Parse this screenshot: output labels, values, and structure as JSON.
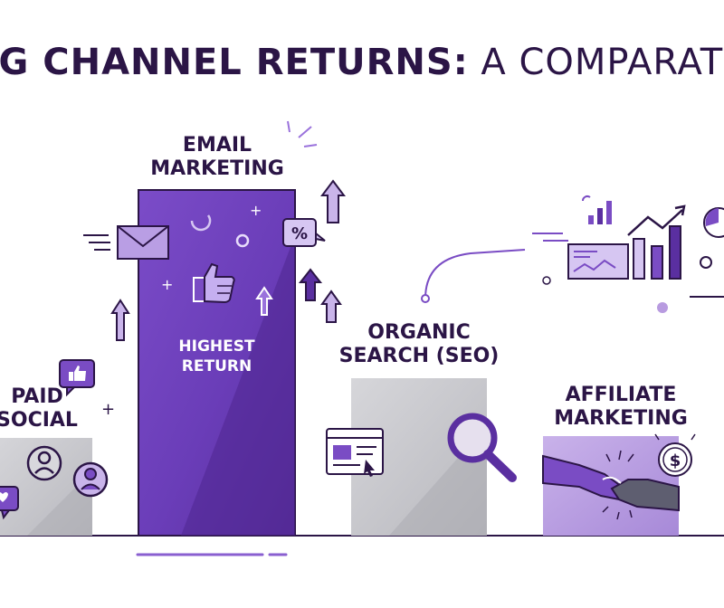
{
  "title": {
    "strong": "NG CHANNEL RETURNS:",
    "light": " A COMPARAT"
  },
  "channels": [
    {
      "label_line1": "PAID",
      "label_line2": "SOCIAL"
    },
    {
      "label_line1": "EMAIL",
      "label_line2": "MARKETING",
      "bar_line1": "HIGHEST",
      "bar_line2": "RETURN"
    },
    {
      "label_line1": "ORGANIC",
      "label_line2": "SEARCH (SEO)"
    },
    {
      "label_line1": "AFFILIATE",
      "label_line2": "MARKETING"
    }
  ],
  "icons": {
    "percent_bubble": "%",
    "dollar_coin": "$"
  },
  "colors": {
    "purple_dark": "#5a2fa0",
    "purple_main": "#7a4cc4",
    "purple_light": "#b89be0",
    "gray_bar": "#c4c4c8",
    "ink": "#2b1546"
  }
}
